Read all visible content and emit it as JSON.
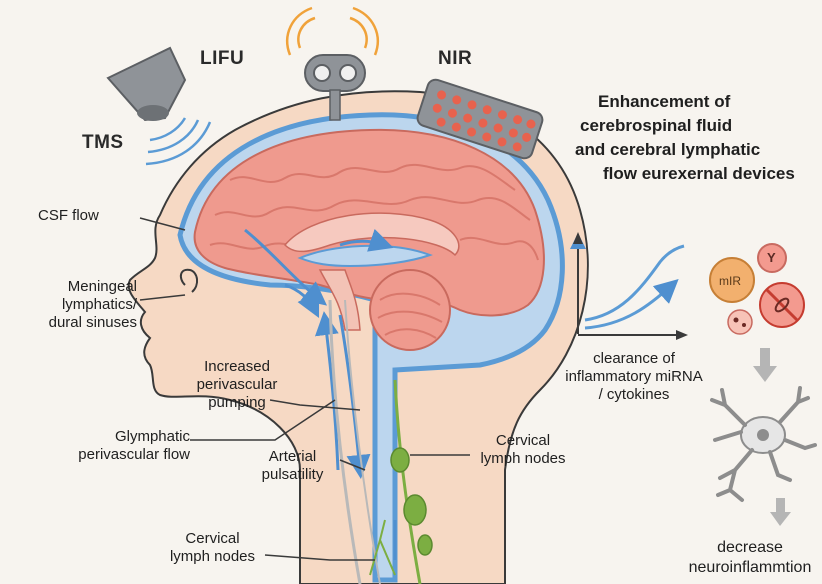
{
  "devices": {
    "tms": "TMS",
    "lifu": "LIFU",
    "nir": "NIR"
  },
  "title_lines": [
    "Enhancement of",
    "cerebrospinal fluid",
    "and cerebral lymphatic",
    "flow eurexernal devices"
  ],
  "labels": {
    "csf_flow": "CSF flow",
    "meningeal": [
      "Meningeal",
      "lymphatics/",
      "dural sinuses"
    ],
    "increased": [
      "Increased",
      "perivascular",
      "pumping"
    ],
    "glymphatic": [
      "Glymphatic",
      "perivascular flow"
    ],
    "arterial": [
      "Arterial",
      "pulsatility"
    ],
    "cervical_right": [
      "Cervical",
      "lymph nodes"
    ],
    "cervical_bottom": [
      "Cervical",
      "lymph nodes"
    ]
  },
  "right_panel": {
    "clearance": [
      "clearance of",
      "inflammatory miRNA",
      "/ cytokines"
    ],
    "mir_badge": "mIR",
    "y_badge": "Y",
    "decrease": [
      "decrease",
      "neuroinflammtion"
    ]
  },
  "colors": {
    "skin": "#f6d9c4",
    "skin_outline": "#3a3a3a",
    "brain": "#ef9a8e",
    "brain_fold": "#d9786c",
    "csf_blue": "#5b9bd5",
    "node_green": "#7cae42",
    "device_grey": "#8f9398",
    "wave_orange": "#f0a23a",
    "nir_red": "#e8624e"
  }
}
